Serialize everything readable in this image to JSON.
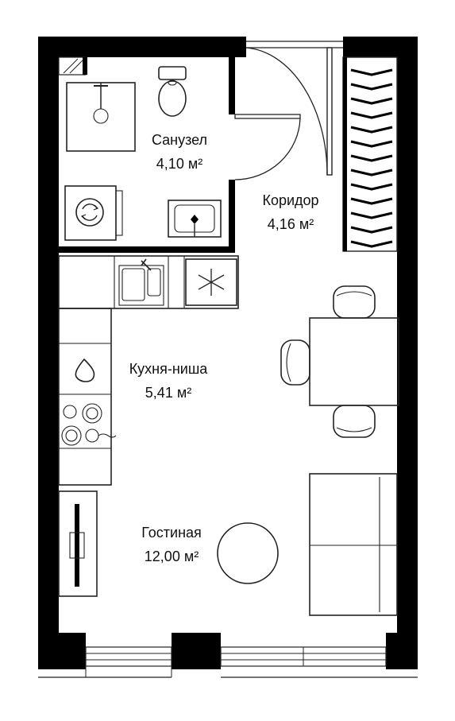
{
  "rooms": {
    "bathroom": {
      "name": "Санузел",
      "area": "4,10 м²"
    },
    "corridor": {
      "name": "Коридор",
      "area": "4,16 м²"
    },
    "kitchen": {
      "name": "Кухня-ниша",
      "area": "5,41 м²"
    },
    "living": {
      "name": "Гостиная",
      "area": "12,00 м²"
    }
  },
  "colors": {
    "wall": "#000000",
    "line": "#222222",
    "background": "#ffffff"
  }
}
